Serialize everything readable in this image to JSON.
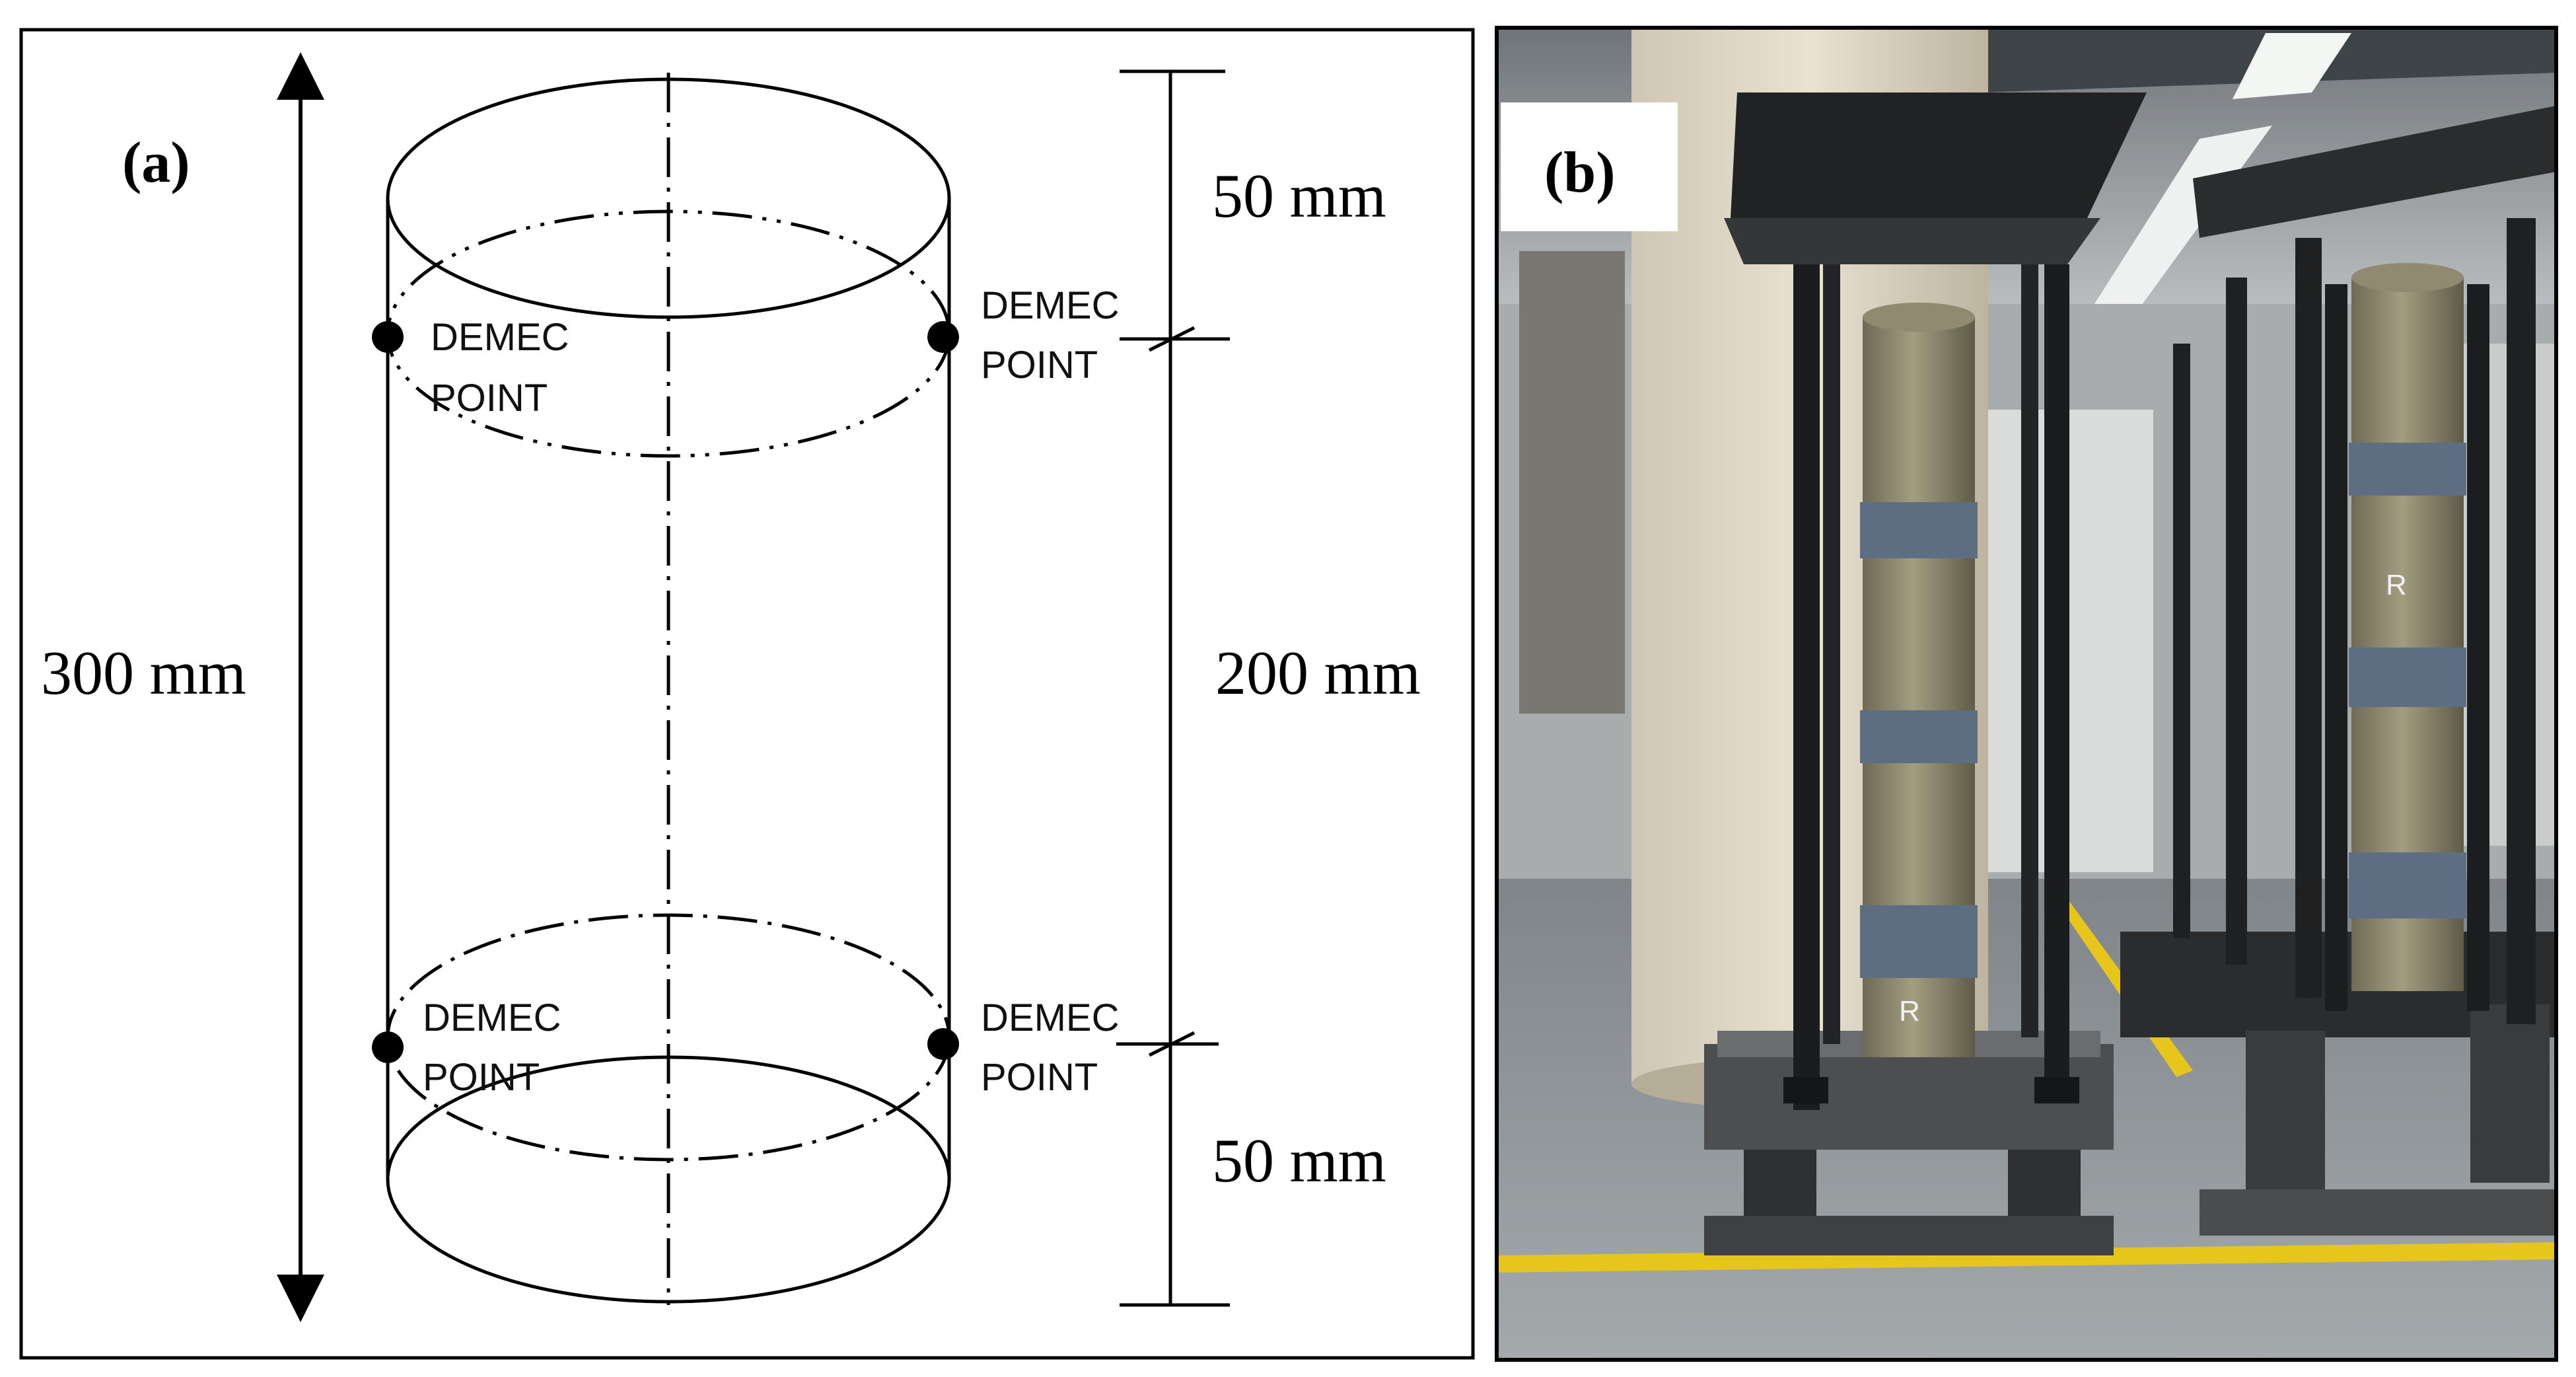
{
  "panel_a": {
    "label": "(a)",
    "total_height": "300 mm",
    "top_segment": "50 mm",
    "middle_segment": "200 mm",
    "bottom_segment": "50 mm",
    "demec_points": [
      {
        "line1": "DEMEC",
        "line2": "POINT"
      },
      {
        "line1": "DEMEC",
        "line2": "POINT"
      },
      {
        "line1": "DEMEC",
        "line2": "POINT"
      },
      {
        "line1": "DEMEC",
        "line2": "POINT"
      }
    ]
  },
  "panel_b": {
    "label": "(b)",
    "markings": [
      "R",
      "R"
    ]
  },
  "colors": {
    "lab_floor": "#8e9498",
    "concrete": "#9a9270",
    "steel_frame": "#2b2c2e",
    "tape": "#5d6e82",
    "floor_line": "#e6c51c"
  }
}
